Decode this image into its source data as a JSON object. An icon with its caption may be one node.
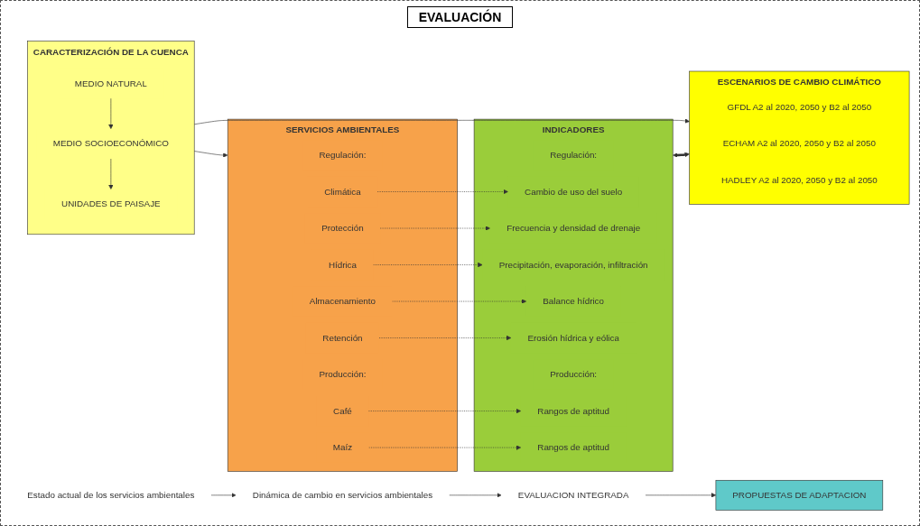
{
  "diagram": {
    "title": "EVALUACIÓN",
    "nodes": [
      {
        "text": [
          "SERVICIOS AMBIENTALES"
        ]
      },
      {
        "text": [
          "Regulación:"
        ],
        "in": 0
      },
      {
        "text": [
          "Climática"
        ],
        "in": 0
      },
      {
        "text": [
          "Protección"
        ],
        "in": 0
      },
      {
        "text": [
          "Hídrica"
        ],
        "in": 0
      },
      {
        "text": [
          "Almacenamiento"
        ],
        "in": 0
      },
      {
        "text": [
          "Retención"
        ],
        "in": 0
      },
      {
        "text": [
          "Producción:"
        ],
        "in": 0
      },
      {
        "text": [
          "Café"
        ],
        "in": 0
      },
      {
        "text": [
          "Maíz"
        ],
        "in": 0
      },
      {
        "text": [
          "INDICADORES"
        ]
      },
      {
        "text": [
          "Regulación:"
        ],
        "in": 10
      },
      {
        "text": [
          "Cambio de uso del suelo"
        ],
        "in": 10
      },
      {
        "text": [
          "Frecuencia y densidad de drenaje"
        ],
        "in": 10
      },
      {
        "text": [
          "Precipitación, evaporación, infiltración"
        ],
        "in": 10
      },
      {
        "text": [
          "Balance hídrico"
        ],
        "in": 10
      },
      {
        "text": [
          "Erosión hídrica y eólica"
        ],
        "in": 10
      },
      {
        "text": [
          "Producción:"
        ],
        "in": 10
      },
      {
        "text": [
          "Rangos de aptitud"
        ],
        "in": 10
      },
      {
        "text": [
          "Rangos de aptitud"
        ],
        "in": 10
      },
      {
        "text": [
          "CARACTERIZACIÓN DE LA CUENCA"
        ]
      },
      {
        "text": [
          "MEDIO NATURAL"
        ],
        "in": 20
      },
      {
        "text": [
          "MEDIO SOCIOECONÓMICO"
        ],
        "in": 20
      },
      {
        "text": [
          "UNIDADES DE PAISAJE"
        ],
        "in": 20
      },
      {
        "text": [
          "ESCENARIOS DE CAMBIO CLIMÁTICO"
        ]
      },
      {
        "text": [
          "GFDL A2 al 2020, 2050 y B2 al 2050"
        ],
        "in": 24
      },
      {
        "text": [
          "ECHAM A2 al 2020, 2050 y B2 al 2050"
        ],
        "in": 24
      },
      {
        "text": [
          "HADLEY A2 al 2020, 2050 y B2 al 2050"
        ],
        "in": 24
      },
      {
        "text": [
          "Estado actual de los servicios ambientales"
        ]
      },
      {
        "text": [
          "Dinámica de cambio en servicios ambientales"
        ]
      },
      {
        "text": [
          "EVALUACION INTEGRADA"
        ]
      },
      {
        "text": [
          "PROPUESTAS DE ADAPTACION"
        ]
      }
    ],
    "edges": [
      {
        "from": 2,
        "to": 12,
        "arrow": "to",
        "style": "dashed"
      },
      {
        "from": 3,
        "to": 13,
        "arrow": "to",
        "style": "dashed"
      },
      {
        "from": 4,
        "to": 14,
        "arrow": "to",
        "style": "dashed"
      },
      {
        "from": 5,
        "to": 15,
        "arrow": "to",
        "style": "dashed"
      },
      {
        "from": 6,
        "to": 16,
        "arrow": "to",
        "style": "dashed"
      },
      {
        "from": 8,
        "to": 18,
        "arrow": "to",
        "style": "dashed"
      },
      {
        "from": 9,
        "to": 19,
        "arrow": "to",
        "style": "dashed"
      },
      {
        "from": 21,
        "to": 22,
        "arrow": "to"
      },
      {
        "from": 22,
        "to": 23,
        "arrow": "to"
      },
      {
        "from": 20,
        "to": 0,
        "arrow": "to"
      },
      {
        "from": 20,
        "to": 24,
        "arrow": "to"
      },
      {
        "from": 10,
        "to": 24,
        "arrow": "both",
        "style": "thick"
      },
      {
        "from": 28,
        "to": 29,
        "arrow": "to"
      },
      {
        "from": 29,
        "to": 30,
        "arrow": "to"
      },
      {
        "from": 30,
        "to": 31,
        "arrow": "to"
      }
    ]
  }
}
